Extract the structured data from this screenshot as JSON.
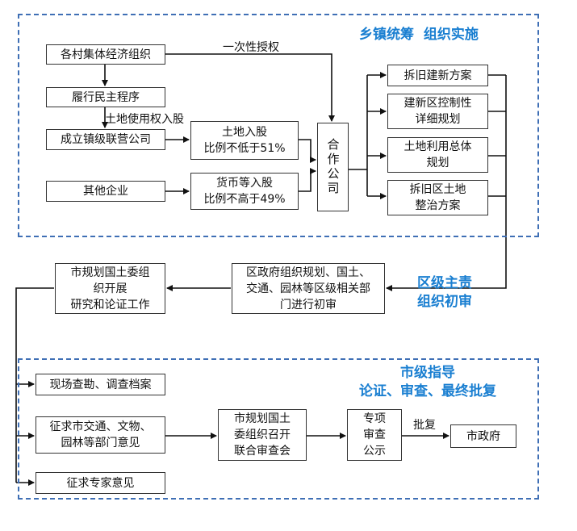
{
  "zones": {
    "township_title": "乡镇统筹  组织实施",
    "district_title": "区级主责\n组织初审",
    "city_title": "市级指导\n论证、审查、最终批复"
  },
  "nodes": {
    "collectives": "各村集体经济组织",
    "democratic_procedure": "履行民主程序",
    "township_company": "成立镇级联营公司",
    "other_companies": "其他企业",
    "land_shares": "土地入股\n比例不低于51%",
    "cash_shares": "货币等入股\n比例不高于49%",
    "joint_company": "合作公司",
    "plan_demolish_rebuild": "拆旧建新方案",
    "plan_detailed_control": "建新区控制性\n详细规划",
    "plan_land_use": "土地利用总体\n规划",
    "plan_demolish_remediation": "拆旧区土地\n整治方案",
    "district_review": "区政府组织规划、国土、\n交通、园林等区级相关部\n门进行初审",
    "city_research": "市规划国土委组\n织开展\n研究和论证工作",
    "site_survey": "现场查勘、调查档案",
    "solicit_departments": "征求市交通、文物、\n园林等部门意见",
    "solicit_experts": "征求专家意见",
    "joint_review_meeting": "市规划国土\n委组织召开\n联合审查会",
    "public_notice": "专项\n审查\n公示",
    "city_government": "市政府"
  },
  "edge_labels": {
    "one_time_auth": "一次性授权",
    "land_rights_shares": "土地使用权入股",
    "approval": "批复"
  },
  "colors": {
    "title_blue": "#1a7fd1",
    "dash_blue": "#3f6fb5",
    "line": "#111111"
  }
}
